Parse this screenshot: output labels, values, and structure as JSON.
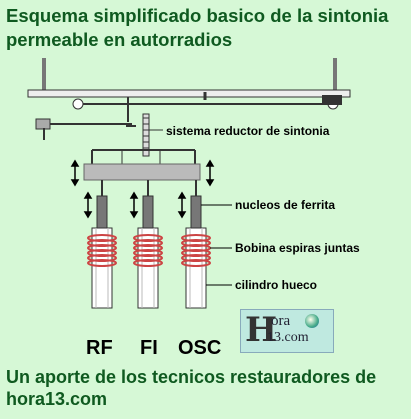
{
  "title": "Esquema simplificado basico de la sintonia permeable en autorradios",
  "labels": {
    "reductor": "sistema reductor de sintonia",
    "nucleos": "nucleos de ferrita",
    "bobina": "Bobina espiras juntas",
    "cilindro": "cilindro hueco"
  },
  "coils": [
    "RF",
    "FI",
    "OSC"
  ],
  "logo": {
    "line1": "ora",
    "line2": "13.com",
    "letter": "H"
  },
  "footer": "Un aporte de los tecnicos restauradores de hora13.com"
}
